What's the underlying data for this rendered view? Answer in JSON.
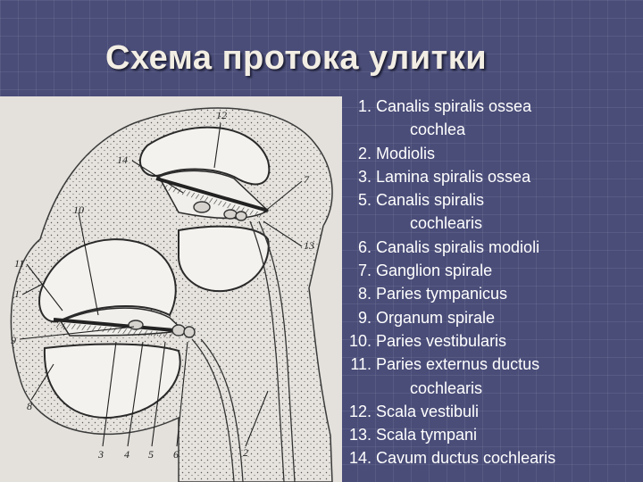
{
  "slide": {
    "title": "Схема протока улитки"
  },
  "figure": {
    "callouts": [
      "12",
      "14",
      "7",
      "10",
      "13",
      "11",
      "1",
      "9",
      "8",
      "3",
      "4",
      "5",
      "6",
      "2"
    ]
  },
  "legend": {
    "items": [
      {
        "num": "1.",
        "text": "Canalis spiralis ossea",
        "cont": "cochlea"
      },
      {
        "num": "2.",
        "text": "Modiolis",
        "cont": ""
      },
      {
        "num": "3.",
        "text": "Lamina spiralis ossea",
        "cont": ""
      },
      {
        "num": "5.",
        "text": "Canalis spiralis",
        "cont": "cochlearis"
      },
      {
        "num": "6.",
        "text": "Canalis spiralis modioli",
        "cont": ""
      },
      {
        "num": "7.",
        "text": "Ganglion spirale",
        "cont": ""
      },
      {
        "num": "8.",
        "text": "Paries tympanicus",
        "cont": ""
      },
      {
        "num": "9.",
        "text": "Organum spirale",
        "cont": ""
      },
      {
        "num": "10.",
        "text": "Paries vestibularis",
        "cont": ""
      },
      {
        "num": "11.",
        "text": "Paries externus ductus",
        "cont": "cochlearis"
      },
      {
        "num": "12.",
        "text": "Scala vestibuli",
        "cont": ""
      },
      {
        "num": "13.",
        "text": "Scala tympani",
        "cont": ""
      },
      {
        "num": "14.",
        "text": "Cavum ductus cochlearis",
        "cont": ""
      }
    ]
  }
}
